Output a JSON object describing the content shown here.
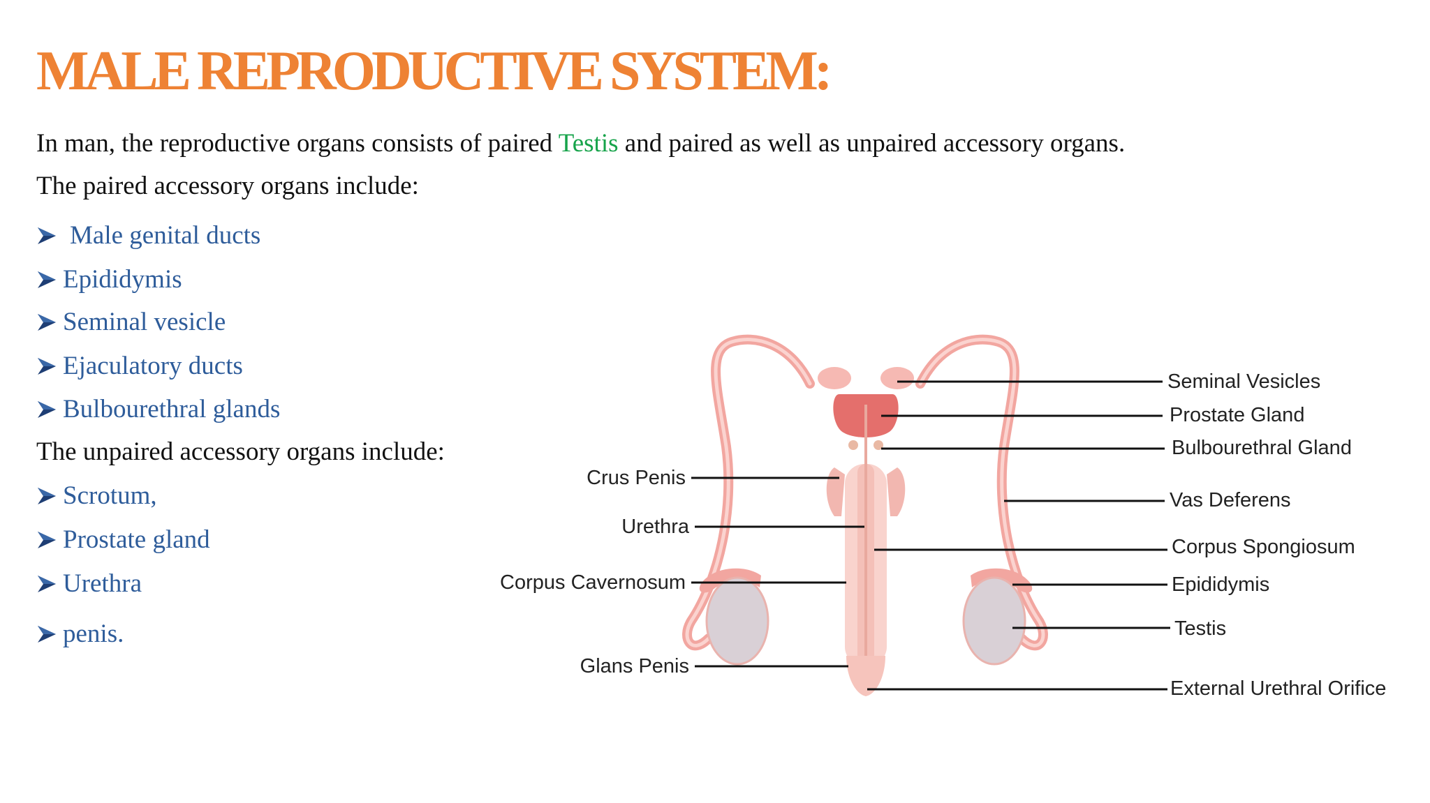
{
  "slide": {
    "title": "MALE REPRODUCTIVE SYSTEM:",
    "intro_before": "In man, the reproductive organs consists of paired ",
    "intro_highlight": "Testis",
    "intro_after": " and paired as well as unpaired accessory organs.",
    "paired_heading": "The paired accessory organs include:",
    "paired_items": [
      "Male genital ducts",
      "Epididymis",
      "Seminal vesicle",
      "Ejaculatory ducts",
      "Bulbourethral glands"
    ],
    "unpaired_heading": "The unpaired accessory organs include:",
    "unpaired_items": [
      "Scrotum,",
      "Prostate gland",
      "Urethra",
      "penis."
    ]
  },
  "diagram": {
    "labels_left": [
      "Crus Penis",
      "Urethra",
      "Corpus Cavernosum",
      "Glans Penis"
    ],
    "labels_right": [
      "Seminal Vesicles",
      "Prostate Gland",
      "Bulbourethral Gland",
      "Vas Deferens",
      "Corpus Spongiosum",
      "Epididymis",
      "Testis",
      "External Urethral Orifice"
    ]
  },
  "colors": {
    "title": "#EE8234",
    "highlight": "#16A34A",
    "bullet_text": "#2E5C9A",
    "body_text": "#111111",
    "label_text": "#222222",
    "organ_pink": "#F2A6A0",
    "organ_red": "#E46F6C",
    "testis_gray": "#D9D0D6"
  },
  "icons": {
    "bullet": "arrowhead-bullet-icon"
  }
}
